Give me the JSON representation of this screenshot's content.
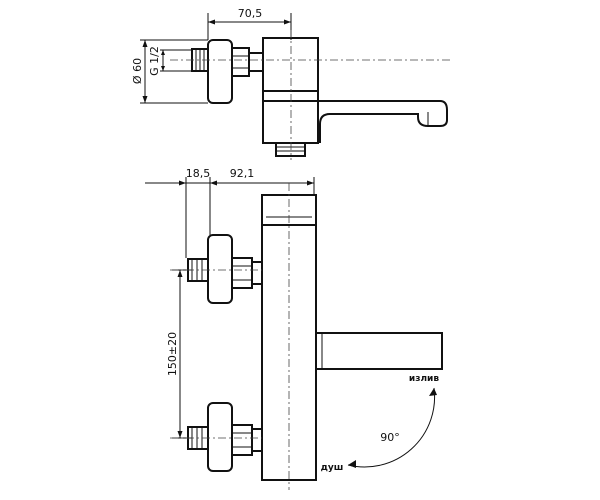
{
  "top_view": {
    "dim_width": "70,5",
    "dim_diameter": "Ø 60",
    "dim_thread": "G 1/2"
  },
  "front_view": {
    "dim_inlet_offset": "18,5",
    "dim_body_offset": "92,1",
    "dim_center_distance": "150±20"
  },
  "rotation": {
    "label_spout": "излив",
    "label_shower": "душ",
    "angle": "90°"
  }
}
